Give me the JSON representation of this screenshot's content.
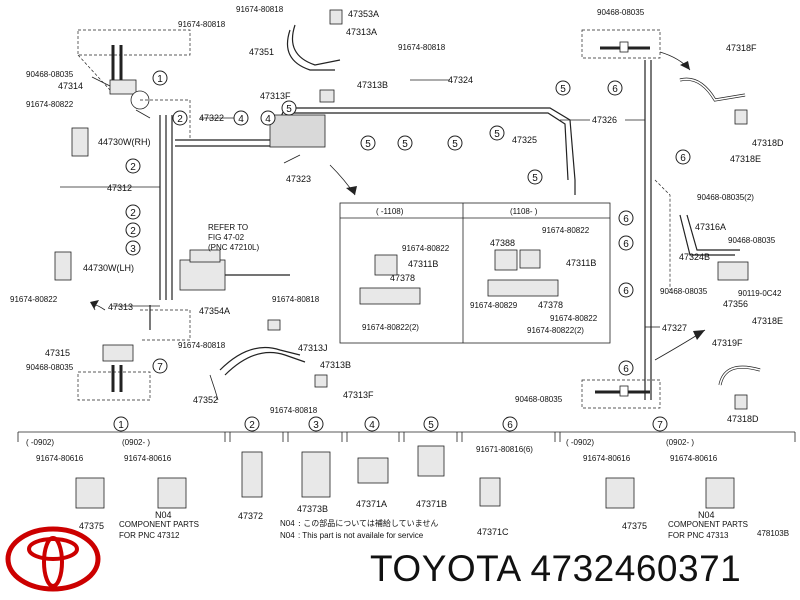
{
  "labels": {
    "p91674_80818_a": "91674-80818",
    "p91674_80818_b": "91674-80818",
    "p47353A": "47353A",
    "p47313A": "47313A",
    "p47351": "47351",
    "p91674_80818_c": "91674-80818",
    "p90468_08035_a": "90468-08035",
    "p47314": "47314",
    "p91674_80822_a": "91674-80822",
    "p44730W_RH": "44730W(RH)",
    "p47313B_a": "47313B",
    "p47313F_a": "47313F",
    "p47324": "47324",
    "p47322": "47322",
    "p47325": "47325",
    "p47312": "47312",
    "p47323": "47323",
    "p44730W_LH": "44730W(LH)",
    "p91674_80822_b": "91674-80822",
    "p47313": "47313",
    "p47354A": "47354A",
    "p91674_80818_d": "91674-80818",
    "p91674_80818_e": "91674-80818",
    "p47313J": "47313J",
    "p47315": "47315",
    "p90468_08035_b": "90468-08035",
    "p47313B_b": "47313B",
    "p47352": "47352",
    "p47313F_b": "47313F",
    "p91674_80818_f": "91674-80818",
    "p90468_08035_c": "90468-08035",
    "p47318F_a": "47318F",
    "p47326": "47326",
    "p47318D_a": "47318D",
    "p47318E_a": "47318E",
    "p90468_08035_d": "90468-08035(2)",
    "p47316A": "47316A",
    "p90468_08035_e": "90468-08035",
    "p47324B": "47324B",
    "p90468_08035_f": "90468-08035",
    "p90119_0C42": "90119-0C42",
    "p47356": "47356",
    "p47327": "47327",
    "p47318E_b": "47318E",
    "p47319F": "47319F",
    "p90468_08035_g": "90468-08035",
    "p47318D_b": "47318D",
    "refer1": "REFER TO",
    "refer2": "FIG 47-02",
    "refer3": "(PNC 47210L)"
  },
  "inset": {
    "left_header": "(      -1108)",
    "right_header": "(1108-      )",
    "left": {
      "p91674_80822_a": "91674-80822",
      "p47311B": "47311B",
      "p47378": "47378",
      "p91674_80822_2": "91674-80822(2)"
    },
    "right": {
      "p91674_80822_a": "91674-80822",
      "p47388": "47388",
      "p47311B": "47311B",
      "p91674_80829": "91674-80829",
      "p47378": "47378",
      "p91674_80822_b": "91674-80822",
      "p91674_80822_2": "91674-80822(2)"
    }
  },
  "callouts": {
    "c1": "1",
    "c2": "2",
    "c3": "3",
    "c4": "4",
    "c5": "5",
    "c6": "6",
    "c7": "7"
  },
  "legend": {
    "n1": "1",
    "n2": "2",
    "n3": "3",
    "n4": "4",
    "n5": "5",
    "n6": "6",
    "n7": "7",
    "g1_h1": "(      -0902)",
    "g1_h2": "(0902-      )",
    "g1_p1": "91674-80616",
    "g1_p2": "91674-80616",
    "g1_p3": "47375",
    "g1_p4": "N04",
    "g1_p5": "COMPONENT PARTS",
    "g1_p6": "FOR PNC 47312",
    "g2_p": "47372",
    "g3_p": "47373B",
    "g4_p": "47371A",
    "g5_p": "47371B",
    "g6_p1": "91671-80816(6)",
    "g6_p2": "47371C",
    "g7_h1": "(      -0902)",
    "g7_h2": "(0902-      )",
    "g7_p1": "91674-80616",
    "g7_p2": "91674-80616",
    "g7_p3": "47375",
    "g7_p4": "N04",
    "g7_p5": "COMPONENT PARTS",
    "g7_p6": "FOR PNC 47313",
    "note1_code": "N04",
    "note1_text": ": この部品については補給していません",
    "note2_code": "N04",
    "note2_text": ": This part is not availale for service",
    "diagram_id": "478103B"
  },
  "brand": {
    "text": "TOYOTA 4732460371",
    "logo_color": "#cc0000"
  }
}
